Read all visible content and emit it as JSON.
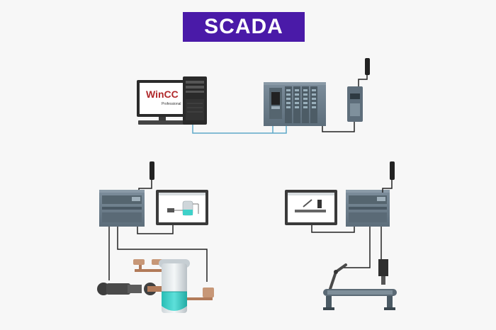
{
  "title": "SCADA",
  "software_logo": {
    "name": "WinCC",
    "edition": "Professional"
  },
  "colors": {
    "title_bg": "#4a1aa8",
    "title_fg": "#ffffff",
    "network_line": "#5fa9c9",
    "plc_body": "#6b7d8c",
    "hmi_frame": "#3a3a3a",
    "tank_liquid": "#3fd1c9",
    "pipe": "#b27b5a"
  },
  "icons": [
    "pc-tower-icon",
    "monitor-icon",
    "plc-rack-icon",
    "wireless-antenna-icon",
    "hmi-panel-icon",
    "tank-icon",
    "pump-icon",
    "conveyor-icon",
    "sensor-icon"
  ]
}
